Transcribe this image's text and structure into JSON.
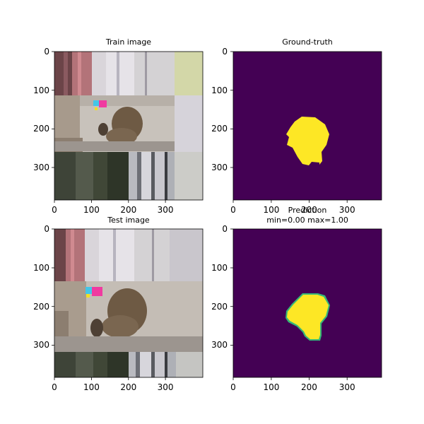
{
  "chart_data": [
    {
      "type": "image",
      "title": "Train image",
      "xticks": [
        0,
        100,
        200,
        300
      ],
      "yticks": [
        0,
        100,
        200,
        300
      ],
      "xlim": [
        0,
        384
      ],
      "ylim": [
        384,
        0
      ]
    },
    {
      "type": "heatmap",
      "title": "Ground-truth",
      "colormap": "viridis",
      "xticks": [
        0,
        100,
        200,
        300
      ],
      "yticks": [
        0,
        100,
        200,
        300
      ],
      "xlim": [
        0,
        384
      ],
      "ylim": [
        384,
        0
      ],
      "colors": {
        "low": "#440154",
        "high": "#fde725"
      }
    },
    {
      "type": "image",
      "title": "Test image",
      "xticks": [
        0,
        100,
        200,
        300
      ],
      "yticks": [
        0,
        100,
        200,
        300
      ],
      "xlim": [
        0,
        384
      ],
      "ylim": [
        384,
        0
      ]
    },
    {
      "type": "heatmap",
      "title": "Prediction",
      "subtitle": "min=0.00 max=1.00",
      "colormap": "viridis",
      "value_min": 0.0,
      "value_max": 1.0,
      "xticks": [
        0,
        100,
        200,
        300
      ],
      "yticks": [
        0,
        100,
        200,
        300
      ],
      "xlim": [
        0,
        384
      ],
      "ylim": [
        384,
        0
      ],
      "colors": {
        "low": "#440154",
        "high": "#fde725",
        "edge": "#35b779"
      }
    }
  ]
}
